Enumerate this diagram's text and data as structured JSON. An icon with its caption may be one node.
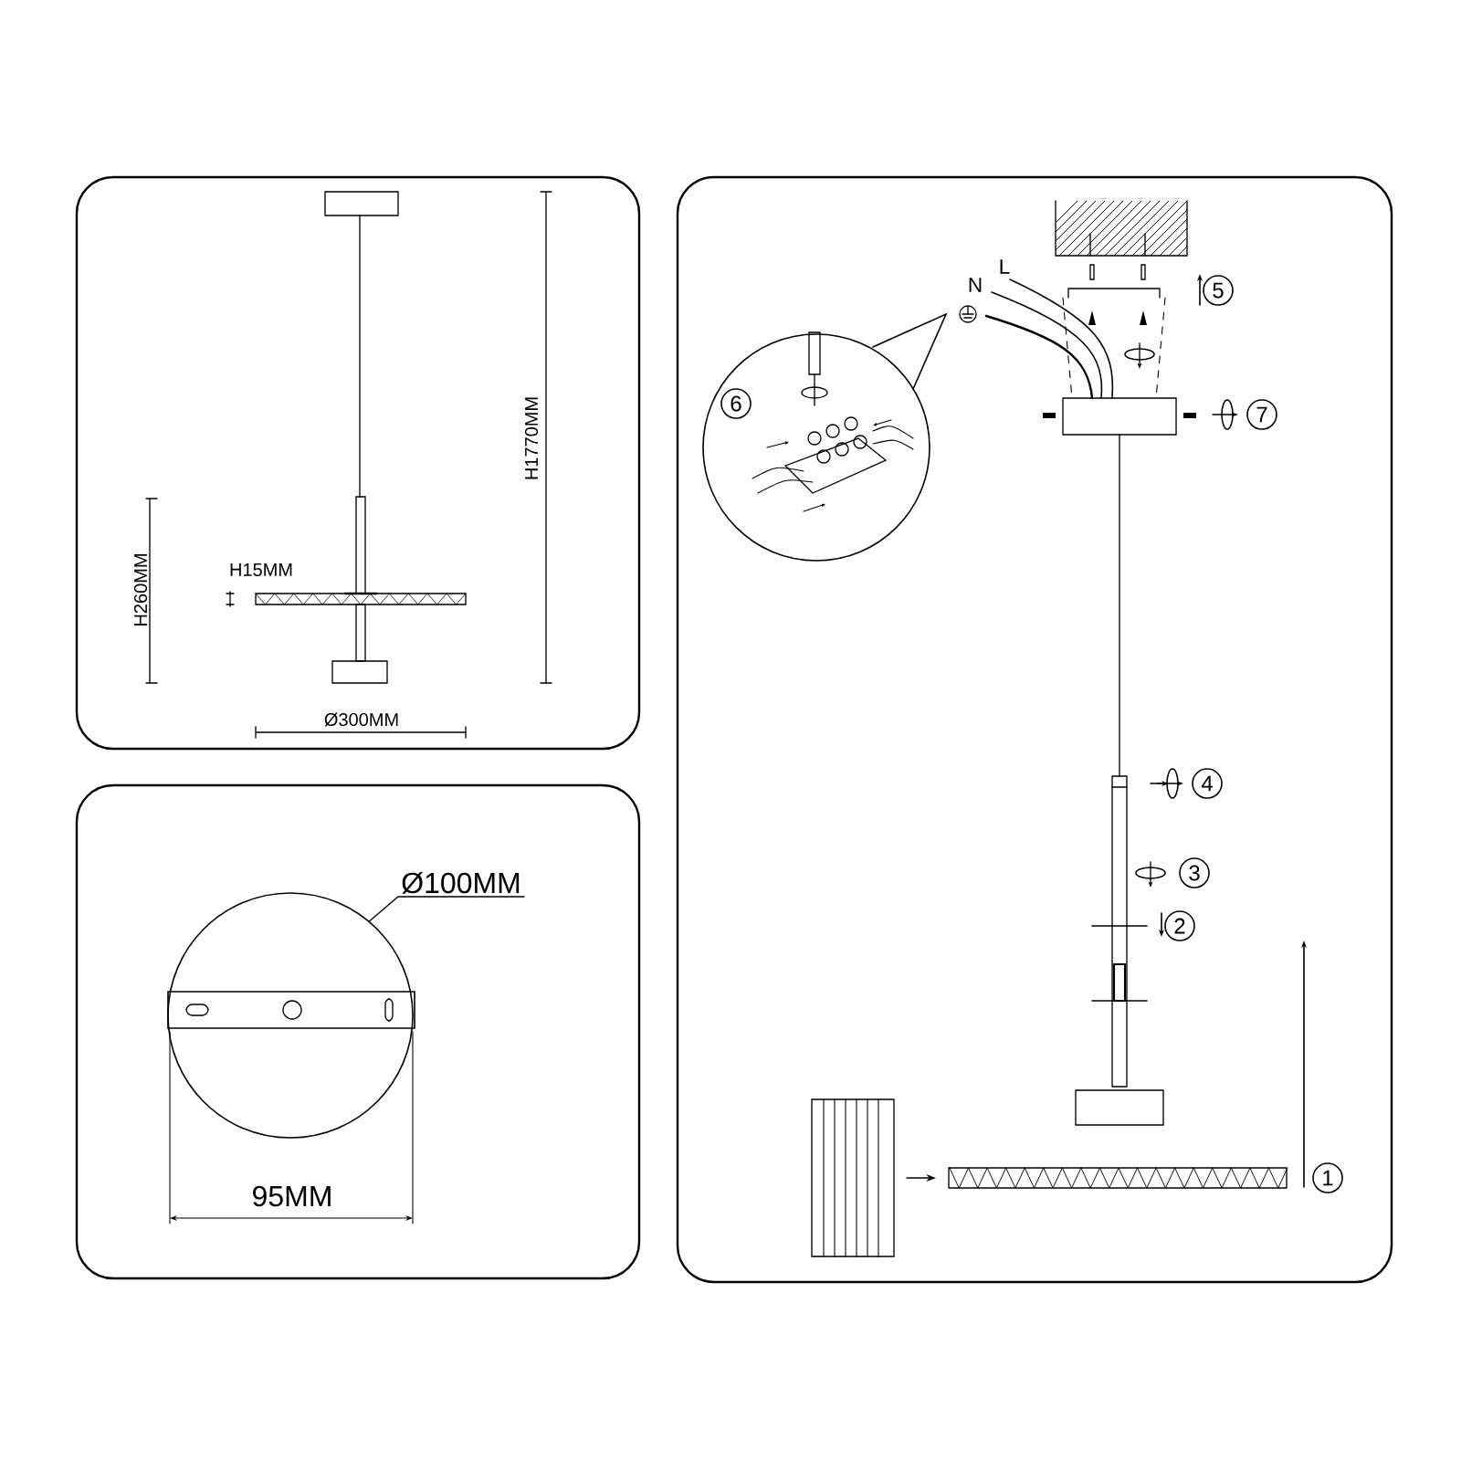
{
  "diagram": {
    "nodes": [
      {
        "text": [
          "Ø100MM"
        ]
      },
      {
        "text": [],
        "shape": "circle"
      },
      {
        "text": [
          "6"
        ]
      },
      {
        "text": [
          "5"
        ]
      },
      {
        "text": [
          "7"
        ]
      },
      {
        "text": [
          "4"
        ]
      },
      {
        "text": [
          "3"
        ]
      },
      {
        "text": [
          "2"
        ]
      },
      {
        "text": [],
        "shape": "picture"
      },
      {
        "text": [],
        "shape": "bar"
      },
      {
        "text": [
          "1"
        ]
      }
    ],
    "edges": [
      {
        "from": 0,
        "to": 1,
        "arrow": "none"
      },
      {
        "from": 8,
        "to": 9,
        "arrow": "to"
      }
    ],
    "labels": [
      "H1770MM",
      "H260MM",
      "H15MM",
      "Ø300MM",
      "95MM",
      "N",
      "L"
    ]
  }
}
